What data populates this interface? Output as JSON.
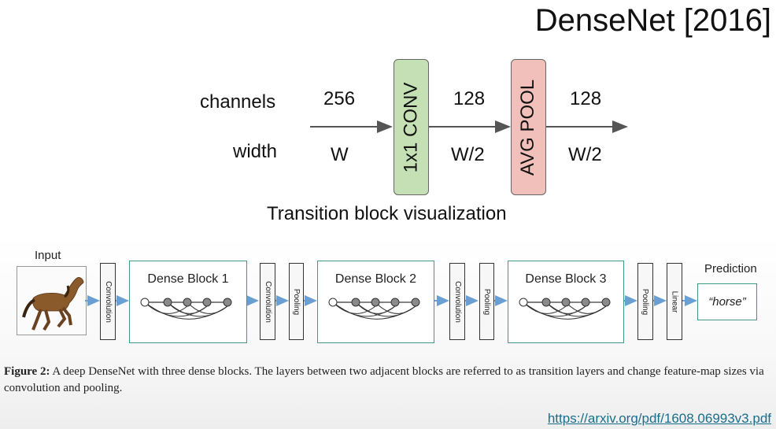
{
  "slide_title": "DenseNet [2016]",
  "transition": {
    "row_labels": {
      "channels": "channels",
      "width": "width"
    },
    "stages": [
      {
        "channels": "256",
        "width": "W"
      },
      {
        "channels": "128",
        "width": "W/2"
      },
      {
        "channels": "128",
        "width": "W/2"
      }
    ],
    "ops": [
      {
        "label": "1x1 CONV",
        "color": "#c5e0b4"
      },
      {
        "label": "AVG POOL",
        "color": "#f2c0bb"
      }
    ],
    "caption": "Transition block visualization"
  },
  "figure": {
    "input_label": "Input",
    "prediction_label": "Prediction",
    "prediction_value": "“horse”",
    "layers": {
      "convolution": "Convolution",
      "pooling": "Pooling",
      "linear": "Linear"
    },
    "blocks": [
      "Dense Block 1",
      "Dense Block 2",
      "Dense Block 3"
    ],
    "accent_color": "#3e9a86",
    "arrow_color": "#6a9fd4",
    "caption_bold": "Figure 2:",
    "caption_text": " A deep DenseNet with three dense blocks. The layers between two adjacent blocks are referred to as transition layers and change feature-map sizes via convolution and pooling."
  },
  "link": "https://arxiv.org/pdf/1608.06993v3.pdf"
}
